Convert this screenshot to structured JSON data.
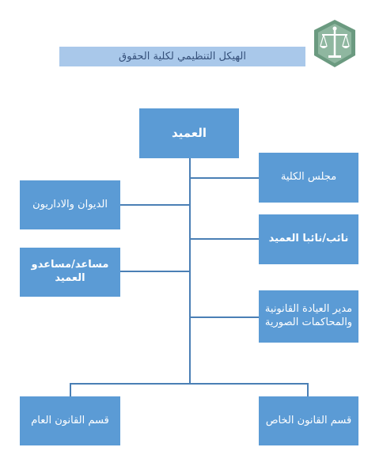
{
  "header": {
    "title": "الهيكل التنظيمي لكلية الحقوق",
    "logo_icon": "scales-of-justice-logo-icon"
  },
  "chart": {
    "dean": "العميد",
    "right_branches": [
      "مجلس الكلية",
      "نائب/نائبا العميد",
      "مدير العيادة القانونية والمحاكمات الصورية"
    ],
    "left_branches": [
      "الديوان والاداريون",
      "مساعد/مساعدو العميد"
    ],
    "departments": [
      "قسم القانون العام",
      "قسم القانون الخاص"
    ]
  },
  "colors": {
    "box_fill": "#5b9bd5",
    "title_fill": "#a9c8ea",
    "connector": "#4a7fb5",
    "logo_green": "#6b9a80"
  }
}
